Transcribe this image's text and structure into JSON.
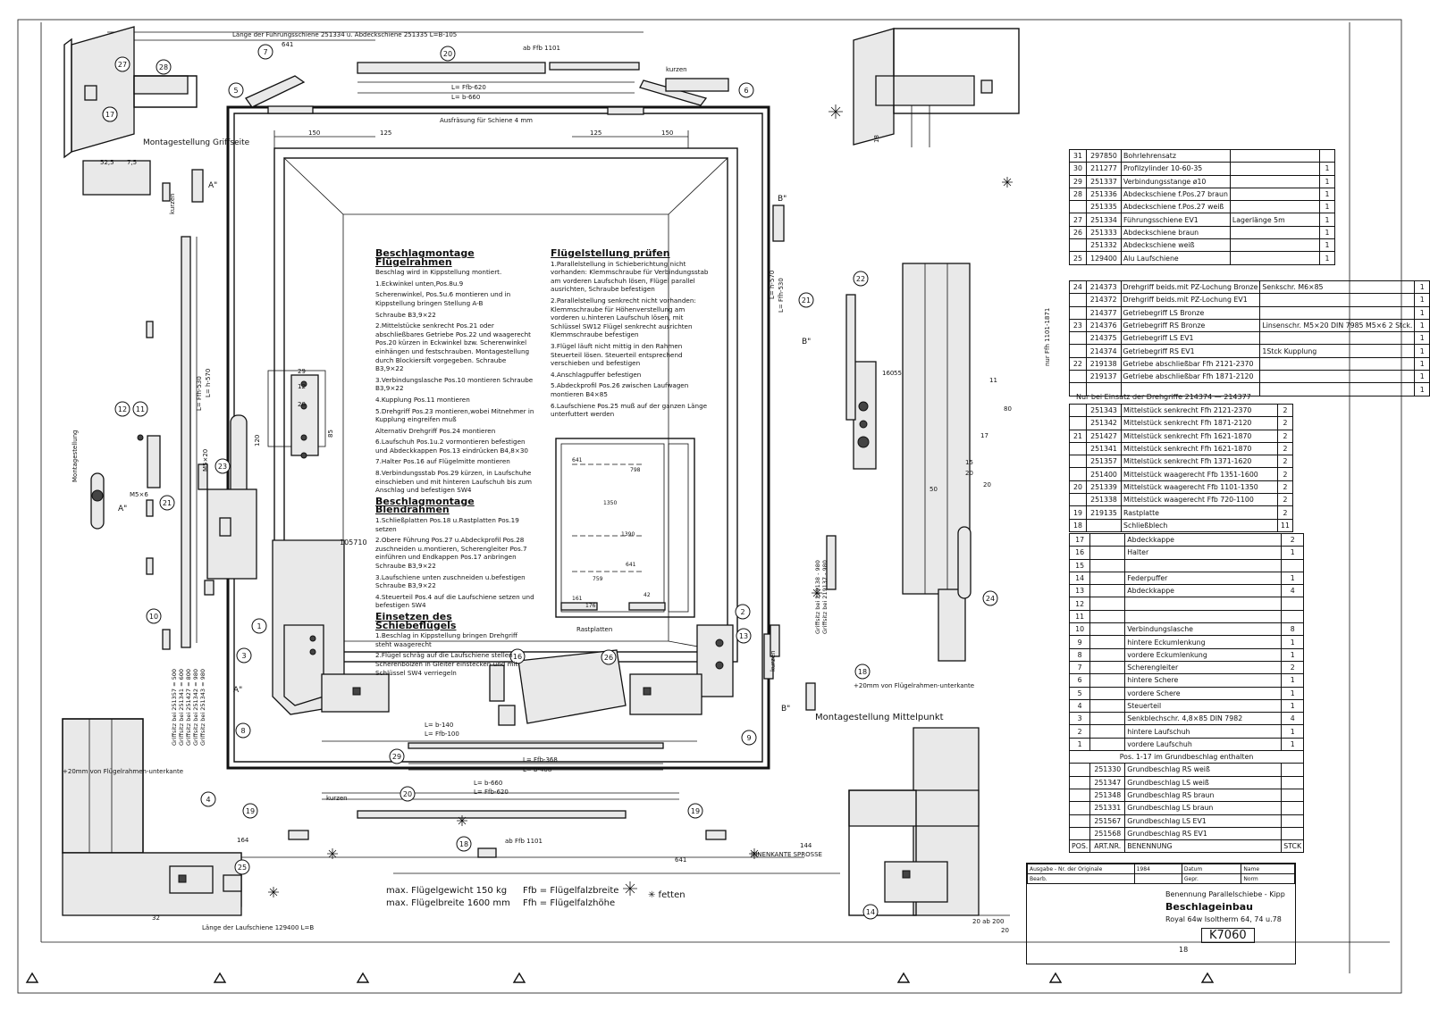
{
  "top": {
    "rail_length": "Länge der Führungsschiene 251334 u. Abdeckschiene 251335  L=B-105",
    "dim_641": "641",
    "ab_ffb": "ab Ffb 1101",
    "kurzen": "kurzen",
    "l_ffb_620": "L= Ffb-620",
    "l_b_660": "L= b-660",
    "ausfrasung": "Ausfräsung für Schiene 4 mm",
    "dim_150": "150",
    "dim_125": "125"
  },
  "left": {
    "montagestellung_griff": "Montagestellung Griffseite",
    "montagestellung": "Montagestellung",
    "dim_525": "52,5",
    "dim_75": "7,5",
    "kurzen": "kurzen",
    "l_ffh_530": "L= Ffh-530",
    "l_h_570": "L= h-570",
    "m5x6": "M5×6",
    "m5x20": "M5×20",
    "griffsitz_lines": [
      "Griffsitz bei 251357 = 500",
      "Griffsitz bei 251341 = 600",
      "Griffsitz bei 251427 = 800",
      "Griffsitz bei 251342 = 980",
      "Griffsitz bei 251343 = 980"
    ],
    "dim_120": "120",
    "dim_29": "29",
    "dim_12": "12",
    "dim_20": "20",
    "dim_85": "85",
    "dim_105710": "105710"
  },
  "notes": {
    "h_beschlag_fluegel": "Beschlagmontage Flügelrahmen",
    "beschlag_fluegel_lines": [
      "Beschlag wird in Kippstellung montiert.",
      "1.Eckwinkel unten,Pos.8u.9",
      "Scherenwinkel, Pos.5u.6 montieren und in Kippstellung bringen Stellung A-B",
      "Schraube B3,9×22",
      "2.Mittelstücke senkrecht Pos.21 oder abschließbares Getriebe Pos.22 und waagerecht Pos.20 kürzen in Eckwinkel bzw. Scherenwinkel einhängen und festschrauben. Montagestellung durch Blockiersift vorgegeben. Schraube B3,9×22",
      "3.Verbindungslasche Pos.10 montieren Schraube B3,9×22",
      "4.Kupplung Pos.11 montieren",
      "5.Drehgriff Pos.23 montieren,wobei Mitnehmer in Kupplung eingreifen muß",
      "Alternativ Drehgriff Pos.24 montieren",
      "6.Laufschuh Pos.1u.2 vormontieren befestigen und Abdeckkappen Pos.13 eindrücken B4,8×30",
      "7.Halter Pos.16 auf Flügelmitte montieren",
      "8.Verbindungsstab Pos.29 kürzen, in Laufschuhe einschieben und mit hinteren Laufschuh bis zum Anschlag und befestigen SW4"
    ],
    "h_beschlag_blend": "Beschlagmontage Blendrahmen",
    "beschlag_blend_lines": [
      "1.Schließplatten Pos.18 u.Rastplatten Pos.19 setzen",
      "2.Obere Führung Pos.27 u.Abdeckprofil Pos.28 zuschneiden u.montieren, Scherengleiter Pos.7 einführen und Endkappen Pos.17 anbringen Schraube B3,9×22",
      "3.Laufschiene unten zuschneiden u.befestigen Schraube B3,9×22",
      "4.Steuerteil Pos.4 auf die Laufschiene setzen und befestigen SW4"
    ],
    "h_einsetzen": "Einsetzen des Schiebeflügels",
    "einsetzen_lines": [
      "1.Beschlag in Kippstellung bringen Drehgriff steht waagerecht",
      "2.Flügel schräg auf die Laufschiene stellen Scherenbolzen in Gleiter einstecken und mit Schlüssel SW4 verriegeln"
    ],
    "h_pruefen": "Flügelstellung prüfen",
    "pruefen_lines": [
      "1.Parallelstellung in Schieberichtung nicht vorhanden: Klemmschraube für Verbindungsstab am vorderen Laufschuh lösen, Flügel parallel ausrichten, Schraube befestigen",
      "2.Parallelstellung senkrecht nicht vorhanden: Klemmschraube für Höhenverstellung am vorderen u.hinteren Laufschuh lösen, mit Schlüssel SW12 Flügel senkrecht ausrichten Klemmschraube befestigen",
      "3.Flügel läuft nicht mittig in den Rahmen Steuerteil lösen. Steuerteil entsprechend verschieben und befestigen",
      "4.Anschlagpuffer befestigen",
      "5.Abdeckprofil Pos.26 zwischen Laufwagen montieren B4×85",
      "6.Laufschiene Pos.25 muß auf der ganzen Länge unterfuttert werden"
    ],
    "rastplatten": "Rastplatten",
    "inset_dims": [
      "641",
      "798",
      "1350",
      "1390",
      "641",
      "42",
      "759",
      "161",
      "176"
    ]
  },
  "bottom": {
    "l_b_140": "L= b-140",
    "l_ffb_100": "L= Ffb-100",
    "l_ffb_368": "L= Ffb-368",
    "l_b_408": "L= b-408",
    "l_b_660": "L= b-660",
    "l_ffb_620": "L= Ffb-620",
    "kurzen": "kurzen",
    "ab_ffb": "ab Ffb 1101",
    "dim_144": "144",
    "dim_641": "641",
    "innenkante": "INNENKANTE SPROSSE",
    "dim_164": "164",
    "dim_32": "32",
    "laufschiene": "Länge der Laufschiene 129400  L=B",
    "fluegelrahmen_note": "+20mm von Flügelrahmen-unterkante",
    "max_weight": "max. Flügelgewicht 150 kg",
    "max_width": "max. Flügelbreite 1600 mm",
    "ffb_def": "Ffb = Flügelfalzbreite",
    "ffh_def": "Ffh = Flügelfalzhöhe",
    "fetten": "✳  fetten",
    "montage_mitte": "Montagestellung Mittelpunkt",
    "a_lbl": "A\"",
    "b_lbl": "B\"",
    "dim_20_ab": "20 ab 200",
    "dim_20": "20"
  },
  "right": {
    "dim_18": "18",
    "b_lbl": "B\"",
    "l_ffh_530": "L= Ffh-530",
    "l_h_570": "L= h-570",
    "griffsitz_a": "Griffsitz bei 219138 - 980",
    "griffsitz_b": "Griffsitz bei 219137 - 980",
    "fluegelrahmen_note": "+20mm von Flügelrahmen-unterkante",
    "dims": [
      "160",
      "55",
      "11",
      "80",
      "17",
      "15",
      "20",
      "50",
      "20"
    ],
    "kurzen": "kurzen"
  },
  "balloons": [
    "1",
    "2",
    "3",
    "4",
    "5",
    "6",
    "7",
    "8",
    "9",
    "10",
    "11",
    "12",
    "13",
    "14",
    "16",
    "17",
    "18",
    "19",
    "20",
    "21",
    "22",
    "23",
    "24",
    "25",
    "26",
    "27",
    "28",
    "29"
  ],
  "parts_top": [
    {
      "pos": "31",
      "art": "297850",
      "ben": "Bohrlehrensatz",
      "note": "",
      "stk": ""
    },
    {
      "pos": "30",
      "art": "211277",
      "ben": "Profilzylinder 10-60-35",
      "note": "",
      "stk": "1"
    },
    {
      "pos": "29",
      "art": "251337",
      "ben": "Verbindungsstange ø10",
      "note": "",
      "stk": "1"
    },
    {
      "pos": "28",
      "art": "251336",
      "ben": "Abdeckschiene f.Pos.27 braun",
      "note": "",
      "stk": "1"
    },
    {
      "pos": "",
      "art": "251335",
      "ben": "Abdeckschiene f.Pos.27 weiß",
      "note": "",
      "stk": "1"
    },
    {
      "pos": "27",
      "art": "251334",
      "ben": "Führungsschiene EV1",
      "note": "Lagerlänge 5m",
      "stk": "1"
    },
    {
      "pos": "26",
      "art": "251333",
      "ben": "Abdeckschiene braun",
      "note": "",
      "stk": "1"
    },
    {
      "pos": "",
      "art": "251332",
      "ben": "Abdeckschiene weiß",
      "note": "",
      "stk": "1"
    },
    {
      "pos": "25",
      "art": "129400",
      "ben": "Alu Laufschiene",
      "note": "",
      "stk": "1"
    }
  ],
  "parts_mid": [
    {
      "pos": "24",
      "art": "214373",
      "ben": "Drehgriff beids.mit PZ-Lochung Bronze",
      "note": "Senkschr. M6×85",
      "stk": "1"
    },
    {
      "pos": "",
      "art": "214372",
      "ben": "Drehgriff beids.mit PZ-Lochung EV1",
      "note": "",
      "stk": "1"
    },
    {
      "pos": "",
      "art": "214377",
      "ben": "Getriebegriff LS Bronze",
      "note": "",
      "stk": "1"
    },
    {
      "pos": "23",
      "art": "214376",
      "ben": "Getriebegriff RS Bronze",
      "note": "Linsenschr. M5×20 DIN 7985 M5×6 2 Stck.",
      "stk": "1"
    },
    {
      "pos": "",
      "art": "214375",
      "ben": "Getriebegriff LS EV1",
      "note": "",
      "stk": "1"
    },
    {
      "pos": "",
      "art": "214374",
      "ben": "Getriebegriff RS EV1",
      "note": "1Stck Kupplung",
      "stk": "1"
    },
    {
      "pos": "22",
      "art": "219138",
      "ben": "Getriebe abschließbar Ffh 2121-2370",
      "note": "",
      "stk": "1"
    },
    {
      "pos": "",
      "art": "219137",
      "ben": "Getriebe abschließbar Ffh 1871-2120",
      "note": "",
      "stk": "1"
    },
    {
      "pos": "",
      "art": "",
      "ben": "",
      "note": "",
      "stk": "1"
    }
  ],
  "nur_bei": "Nur bei Einsatz der Drehgriffe 214374 — 214377",
  "side_note": "nur Ffh 1101-1871",
  "parts_mittel": [
    {
      "pos": "",
      "art": "251343",
      "ben": "Mittelstück senkrecht Ffh 2121-2370",
      "stk": "2"
    },
    {
      "pos": "",
      "art": "251342",
      "ben": "Mittelstück senkrecht Ffh 1871-2120",
      "stk": "2"
    },
    {
      "pos": "21",
      "art": "251427",
      "ben": "Mittelstück senkrecht Ffh 1621-1870",
      "stk": "2"
    },
    {
      "pos": "",
      "art": "251341",
      "ben": "Mittelstück senkrecht Ffh 1621-1870",
      "stk": "2"
    },
    {
      "pos": "",
      "art": "251357",
      "ben": "Mittelstück senkrecht Ffh 1371-1620",
      "stk": "2"
    },
    {
      "pos": "",
      "art": "251400",
      "ben": "Mittelstück waagerecht Ffb 1351-1600",
      "stk": "2"
    },
    {
      "pos": "20",
      "art": "251339",
      "ben": "Mittelstück waagerecht Ffb 1101-1350",
      "stk": "2"
    },
    {
      "pos": "",
      "art": "251338",
      "ben": "Mittelstück waagerecht Ffb 720-1100",
      "stk": "2"
    },
    {
      "pos": "19",
      "art": "219135",
      "ben": "Rastplatte",
      "stk": "2"
    },
    {
      "pos": "18",
      "art": "",
      "ben": "Schließblech",
      "stk": "11"
    }
  ],
  "parts_low": [
    {
      "pos": "17",
      "ben": "Abdeckkappe",
      "stk": "2"
    },
    {
      "pos": "16",
      "ben": "Halter",
      "stk": "1"
    },
    {
      "pos": "15",
      "ben": "",
      "stk": ""
    },
    {
      "pos": "14",
      "ben": "Federpuffer",
      "stk": "1"
    },
    {
      "pos": "13",
      "ben": "Abdeckkappe",
      "stk": "4"
    },
    {
      "pos": "12",
      "ben": "",
      "stk": ""
    },
    {
      "pos": "11",
      "ben": "",
      "stk": ""
    },
    {
      "pos": "10",
      "ben": "Verbindungslasche",
      "stk": "8"
    },
    {
      "pos": "9",
      "ben": "hintere Eckumlenkung",
      "stk": "1"
    },
    {
      "pos": "8",
      "ben": "vordere Eckumlenkung",
      "stk": "1"
    },
    {
      "pos": "7",
      "ben": "Scherengleiter",
      "stk": "2"
    },
    {
      "pos": "6",
      "ben": "hintere Schere",
      "stk": "1"
    },
    {
      "pos": "5",
      "ben": "vordere Schere",
      "stk": "1"
    },
    {
      "pos": "4",
      "ben": "Steuerteil",
      "stk": "1"
    },
    {
      "pos": "3",
      "ben": "Senkblechschr. 4,8×85 DIN 7982",
      "stk": "4"
    },
    {
      "pos": "2",
      "ben": "hintere Laufschuh",
      "stk": "1"
    },
    {
      "pos": "1",
      "ben": "vordere Laufschuh",
      "stk": "1"
    }
  ],
  "pos_heading": "Pos. 1-17 im Grundbeschlag enthalten",
  "parts_grund": [
    {
      "art": "251330",
      "ben": "Grundbeschlag RS weiß"
    },
    {
      "art": "251347",
      "ben": "Grundbeschlag LS weiß"
    },
    {
      "art": "251348",
      "ben": "Grundbeschlag RS braun"
    },
    {
      "art": "251331",
      "ben": "Grundbeschlag LS braun"
    },
    {
      "art": "251567",
      "ben": "Grundbeschlag LS EV1"
    },
    {
      "art": "251568",
      "ben": "Grundbeschlag RS EV1"
    }
  ],
  "header": {
    "pos": "POS.",
    "art": "ART.NR.",
    "ben": "BENENNUNG",
    "stk": "STCK"
  },
  "title_block": {
    "line1": "Benennung Parallelschiebe - Kipp",
    "line2": "Beschlageinbau",
    "line3": "Royal 64w Isoltherm 64, 74 u.78",
    "drawing_no": "K7060",
    "sheet": "18",
    "ausgabe": "Ausgabe - Nr. der Originale",
    "year": "1984",
    "small_cells": [
      "Datum",
      "Name",
      "Bearb.",
      "Gepr.",
      "Norm"
    ]
  }
}
